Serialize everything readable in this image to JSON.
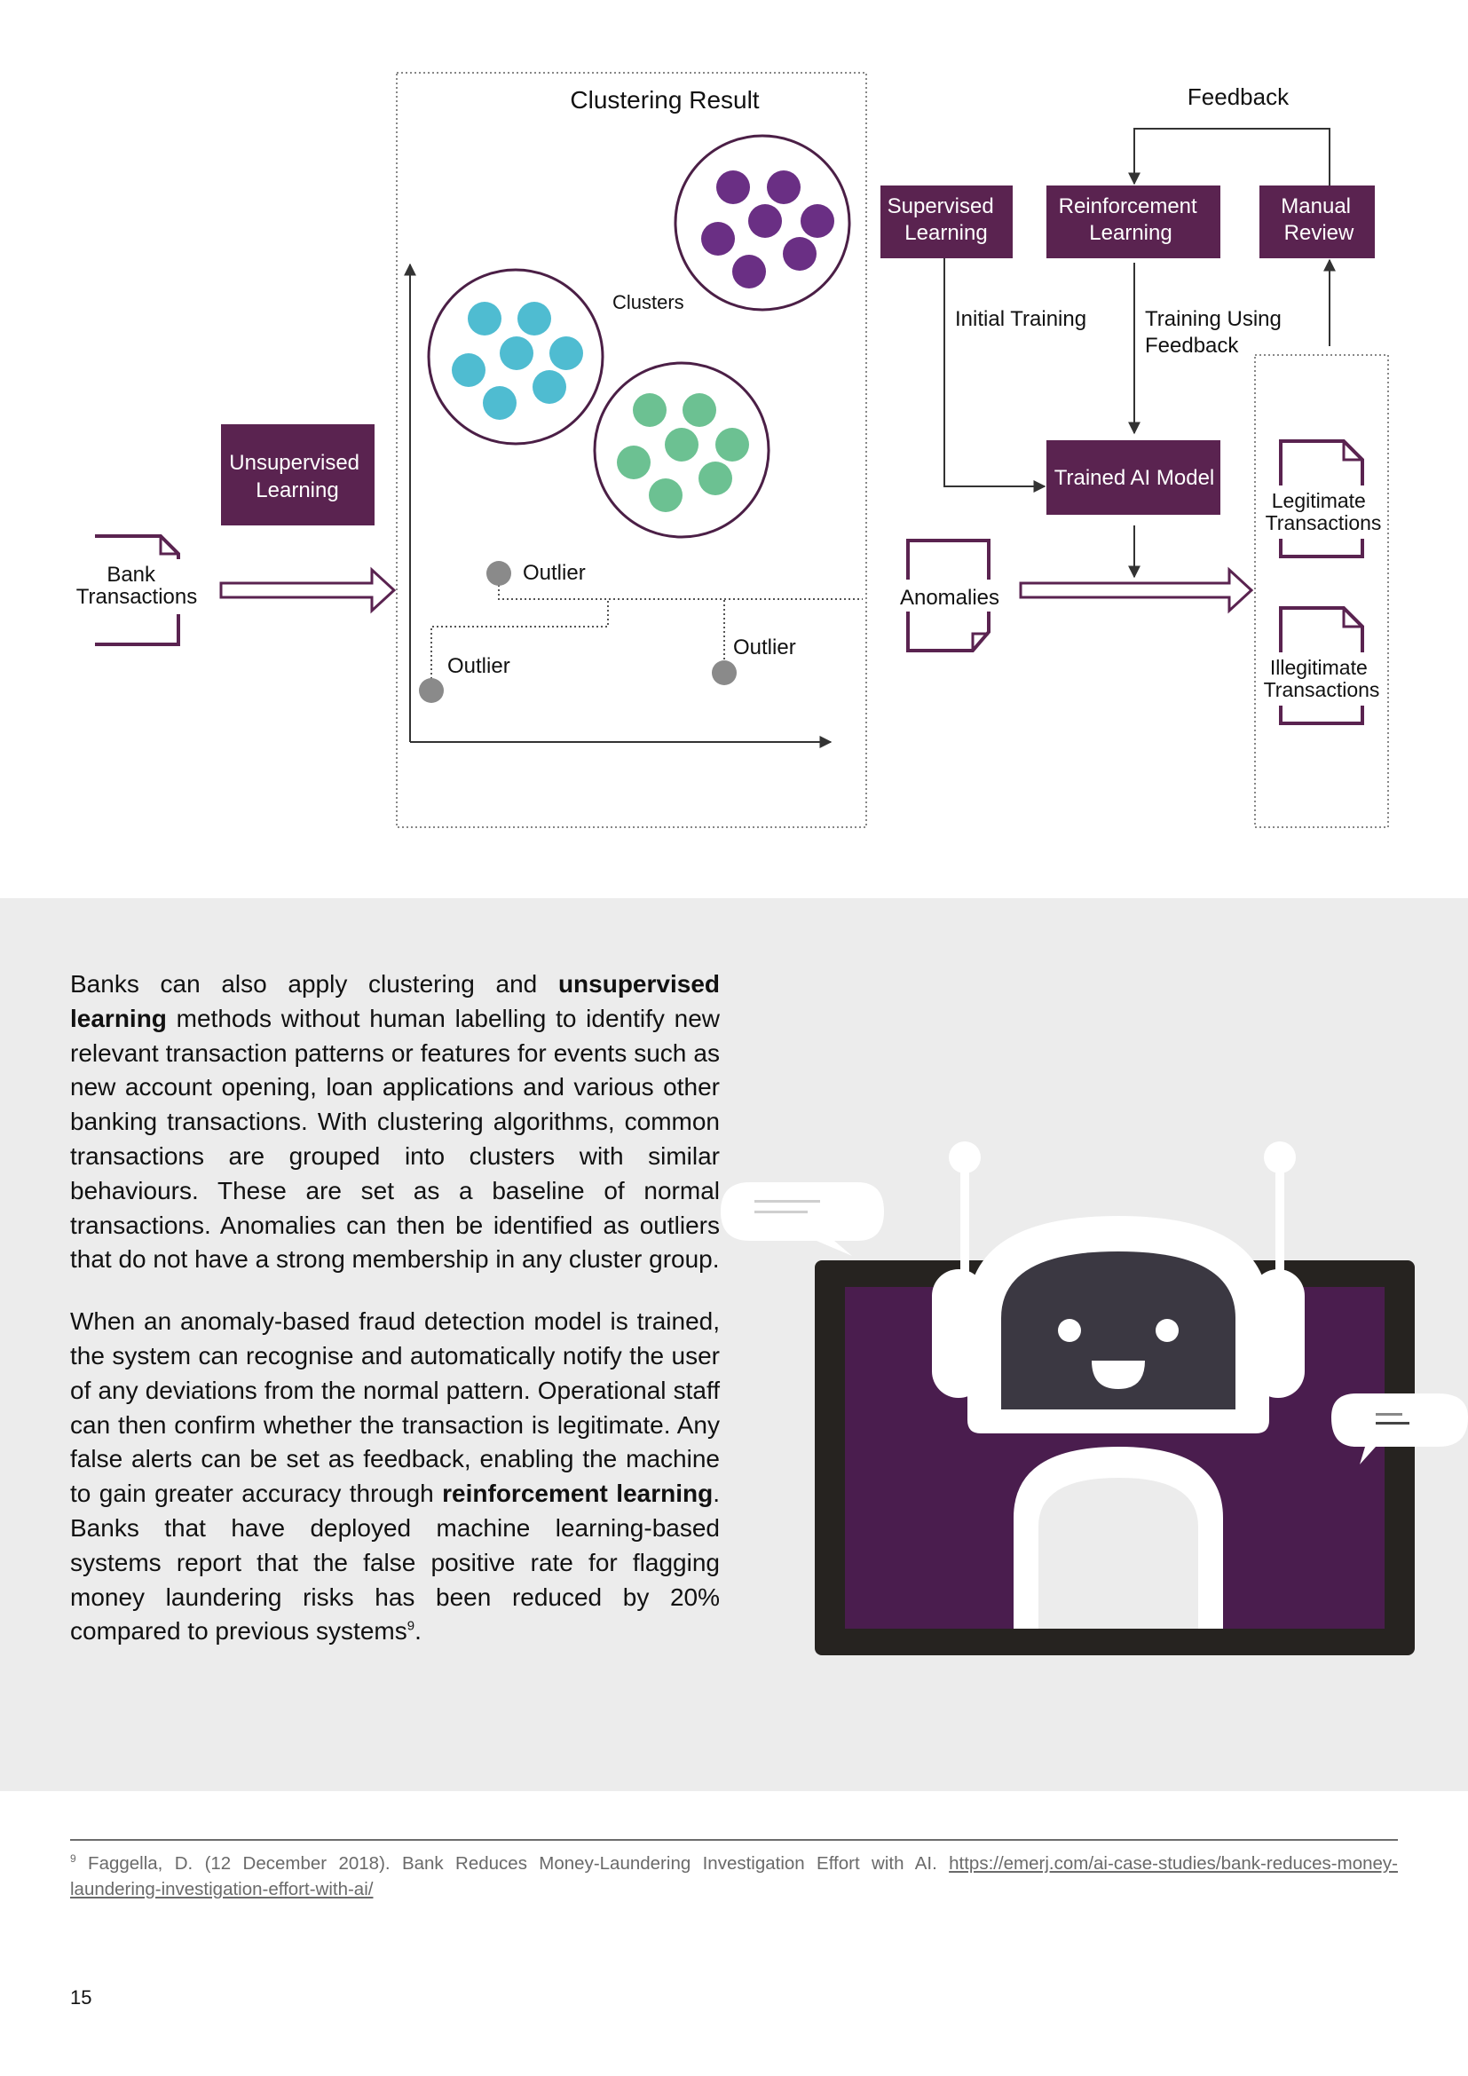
{
  "diagram": {
    "clustering_title": "Clustering Result",
    "clusters_label": "Clusters",
    "outlier_label": "Outlier",
    "unsupervised_learning": [
      "Unsupervised",
      "Learning"
    ],
    "bank_transactions": [
      "Bank",
      "Transactions"
    ],
    "supervised_learning": [
      "Supervised",
      "Learning"
    ],
    "reinforcement_learning": [
      "Reinforcement",
      "Learning"
    ],
    "manual_review": [
      "Manual",
      "Review"
    ],
    "feedback": "Feedback",
    "initial_training": "Initial Training",
    "training_using_feedback": [
      "Training Using",
      "Feedback"
    ],
    "trained_ai_model": "Trained AI Model",
    "anomalies": "Anomalies",
    "legitimate_transactions": [
      "Legitimate",
      "Transactions"
    ],
    "illegitimate_transactions": [
      "Illegitimate",
      "Transactions"
    ],
    "colors": {
      "purple_box": "#5a2350",
      "cluster_purple": "#6a2f84",
      "cluster_blue": "#4fbcd1",
      "cluster_green": "#6cc192",
      "outlier_grey": "#8a8a8a"
    }
  },
  "paragraph1": {
    "p1": "Banks can also apply clustering and ",
    "b1": "unsupervised learning",
    "p2": " methods without human labelling to identify new relevant transaction patterns or features for events such as new account opening, loan applications and various other banking transactions. With clustering algorithms, common transactions are grouped into clusters with similar behaviours. These are set as a baseline of normal transactions. Anomalies can then be identified as outliers that do not have a strong membership in any cluster group."
  },
  "paragraph2": {
    "p1": "When an anomaly-based fraud detection model is trained, the system can recognise and automatically notify the user of any deviations from the normal pattern. Operational staff can then confirm whether the transaction is legitimate. Any false alerts can be set as feedback, enabling the machine to gain greater accuracy through ",
    "b1": "reinforcement learning",
    "p2": ". Banks that have deployed machine learning-based systems report that the false positive rate for flagging money laundering risks has been reduced by 20% compared to previous systems",
    "sup": "9",
    "p3": "."
  },
  "footnote": {
    "marker": "9",
    "text": " Faggella, D. (12 December 2018). Bank Reduces Money-Laundering Investigation Effort with AI. ",
    "link": "https://emerj.com/ai-case-studies/bank-reduces-money-laundering-investigation-effort-with-ai/"
  },
  "page_number": "15",
  "colors": {
    "panel_background": "#ececec",
    "robot_screen": "#4a1d4e",
    "robot_frame": "#262320",
    "robot_face": "#3b3842"
  }
}
